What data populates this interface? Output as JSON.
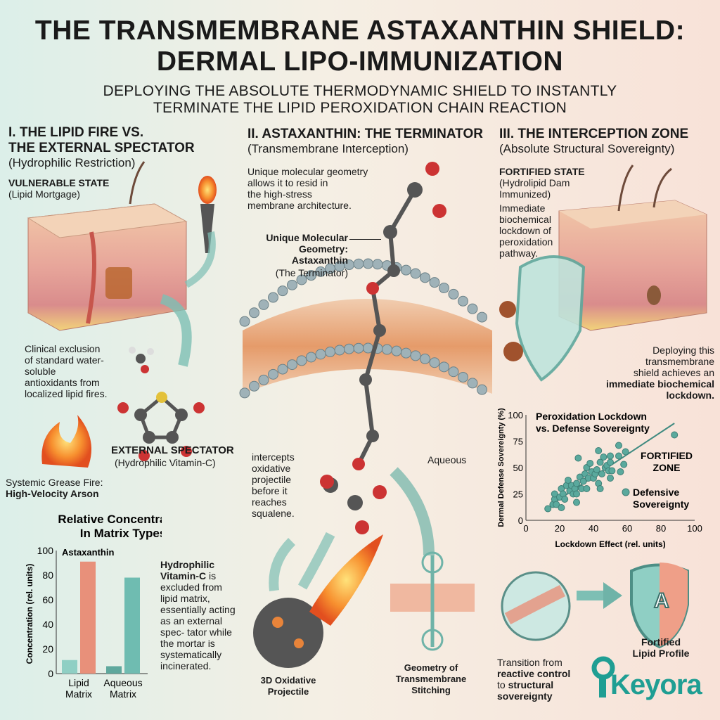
{
  "header": {
    "title_line1": "THE TRANSMEMBRANE ASTAXANTHIN SHIELD:",
    "title_line2": "DERMAL LIPO-IMMUNIZATION",
    "subtitle_line1": "DEPLOYING THE ABSOLUTE THERMODYNAMIC SHIELD TO INSTANTLY",
    "subtitle_line2": "TERMINATE THE LIPID PEROXIDATION CHAIN REACTION"
  },
  "col1": {
    "heading1": "I. THE LIPID FIRE VS.",
    "heading2": "THE EXTERNAL SPECTATOR",
    "paren": "(Hydrophilic Restriction)",
    "state": "VULNERABLE STATE",
    "state_sub": "(Lipid Mortgage)",
    "exclusion": [
      "Clinical exclusion",
      "of standard water-",
      "soluble",
      "antioxidants from",
      "localized lipid fires."
    ],
    "spectator": "EXTERNAL SPECTATOR",
    "spectator_sub": "(Hydrophilic Vitamin-C)",
    "fire_label": "Systemic Grease Fire:",
    "fire_bold": "High-Velocity Arson",
    "chart_note_bold": "Hydrophilic Vitamin-C",
    "chart_note": [
      "is",
      "excluded from",
      "lipid matrix,",
      "essentially",
      "acting as an",
      "external spec-",
      "tator while",
      "the mortar is",
      "systematically",
      "incinerated."
    ]
  },
  "col2": {
    "heading": "II. ASTAXANTHIN: THE TERMINATOR",
    "paren": "(Transmembrane Interception)",
    "desc": [
      "Unique molecular geometry",
      "allows it to resid in",
      "the high-stress",
      "membrane architecture."
    ],
    "callout": [
      "Unique Molecular",
      "Geometry:",
      "Astaxanthin"
    ],
    "callout_sub": "(The Terminator)",
    "intercept": [
      "intercepts",
      "oxidative",
      "projectile",
      "before it",
      "reaches",
      "squalene."
    ],
    "aqueous": "Aqueous",
    "projectile": [
      "3D Oxidative",
      "Projectile"
    ],
    "stitching": [
      "Geometry of",
      "Transmembrane",
      "Stitching"
    ]
  },
  "col3": {
    "heading": "III. THE INTERCEPTION ZONE",
    "paren": "(Absolute Structural Sovereignty)",
    "state": "FORTIFIED STATE",
    "state_sub": [
      "(Hydrolipid Dam",
      "Immunized)"
    ],
    "lockdown": [
      "Immediate",
      "biochemical",
      "lockdown of",
      "peroxidation",
      "pathway."
    ],
    "deploy": [
      "Deploying this",
      "transmembrane",
      "shield achieves an"
    ],
    "deploy_bold": [
      "immediate biochemical",
      "lockdown."
    ],
    "transition": "Transition from",
    "transition_b1": "reactive control",
    "transition_to": "to",
    "transition_b2": "structural",
    "transition_b3": "sovereignty",
    "fortified": [
      "Fortified",
      "Lipid Profile"
    ],
    "shield_letter": "A",
    "logo": "Keyora"
  },
  "chart_data": [
    {
      "type": "bar",
      "title": "Relative Concentration In Matrix Types",
      "title_lines": [
        "Relative Concentration",
        "In Matrix Types"
      ],
      "ylabel": "Concentration (rel. units)",
      "ylim": [
        0,
        100
      ],
      "yticks": [
        "0",
        "20",
        "40",
        "60",
        "80",
        "100"
      ],
      "categories": [
        "Lipid Matrix",
        "Aqueous Matrix"
      ],
      "category_lines": [
        [
          "Lipid",
          "Matrix"
        ],
        [
          "Aqueous",
          "Matrix"
        ]
      ],
      "legend": "Astaxanthin",
      "series": [
        {
          "name": "Hydrophilic Vitamin-C",
          "values": [
            11,
            6
          ],
          "colors": [
            "#8fcfc4",
            "#5fa89d"
          ]
        },
        {
          "name": "Astaxanthin",
          "values": [
            91,
            78
          ],
          "colors": [
            "#e8907a",
            "#6fbcb1"
          ]
        }
      ]
    },
    {
      "type": "scatter",
      "title": "Peroxidation Lockdown vs. Defense Sovereignty",
      "title_lines": [
        "Peroxidation Lockdown",
        "vs. Defense Sovereignty"
      ],
      "xlabel": "Lockdown Effect (rel. units)",
      "ylabel": "Dermal Defense Sovereignty (%)",
      "xlim": [
        0,
        100
      ],
      "ylim": [
        0,
        100
      ],
      "xticks": [
        "0",
        "20",
        "40",
        "60",
        "80",
        "100"
      ],
      "yticks": [
        "0",
        "25",
        "50",
        "75",
        "100"
      ],
      "annotation": [
        "FORTIFIED",
        "ZONE"
      ],
      "legend": [
        "Defensive",
        "Sovereignty"
      ],
      "color": "#5aa99d",
      "trend": [
        [
          16,
          16
        ],
        [
          88,
          92
        ]
      ],
      "points": [
        [
          13,
          11
        ],
        [
          16,
          15
        ],
        [
          17,
          20
        ],
        [
          17,
          25
        ],
        [
          18,
          15
        ],
        [
          20,
          22
        ],
        [
          21,
          12
        ],
        [
          21,
          30
        ],
        [
          22,
          25
        ],
        [
          23,
          20
        ],
        [
          24,
          33
        ],
        [
          25,
          38
        ],
        [
          26,
          28
        ],
        [
          27,
          33
        ],
        [
          28,
          25
        ],
        [
          29,
          30
        ],
        [
          30,
          17
        ],
        [
          30,
          25
        ],
        [
          30,
          35
        ],
        [
          31,
          59
        ],
        [
          32,
          41
        ],
        [
          33,
          30
        ],
        [
          34,
          37
        ],
        [
          35,
          44
        ],
        [
          36,
          30
        ],
        [
          36,
          50
        ],
        [
          37,
          40
        ],
        [
          38,
          54
        ],
        [
          39,
          46
        ],
        [
          40,
          40
        ],
        [
          41,
          44
        ],
        [
          42,
          48
        ],
        [
          43,
          35
        ],
        [
          43,
          66
        ],
        [
          44,
          30
        ],
        [
          44,
          55
        ],
        [
          45,
          44
        ],
        [
          46,
          60
        ],
        [
          47,
          50
        ],
        [
          48,
          52
        ],
        [
          49,
          47
        ],
        [
          50,
          40
        ],
        [
          50,
          55
        ],
        [
          50,
          61
        ],
        [
          51,
          47
        ],
        [
          55,
          71
        ],
        [
          55,
          61
        ],
        [
          56,
          46
        ],
        [
          58,
          53
        ],
        [
          59,
          65
        ],
        [
          88,
          81
        ]
      ]
    }
  ]
}
